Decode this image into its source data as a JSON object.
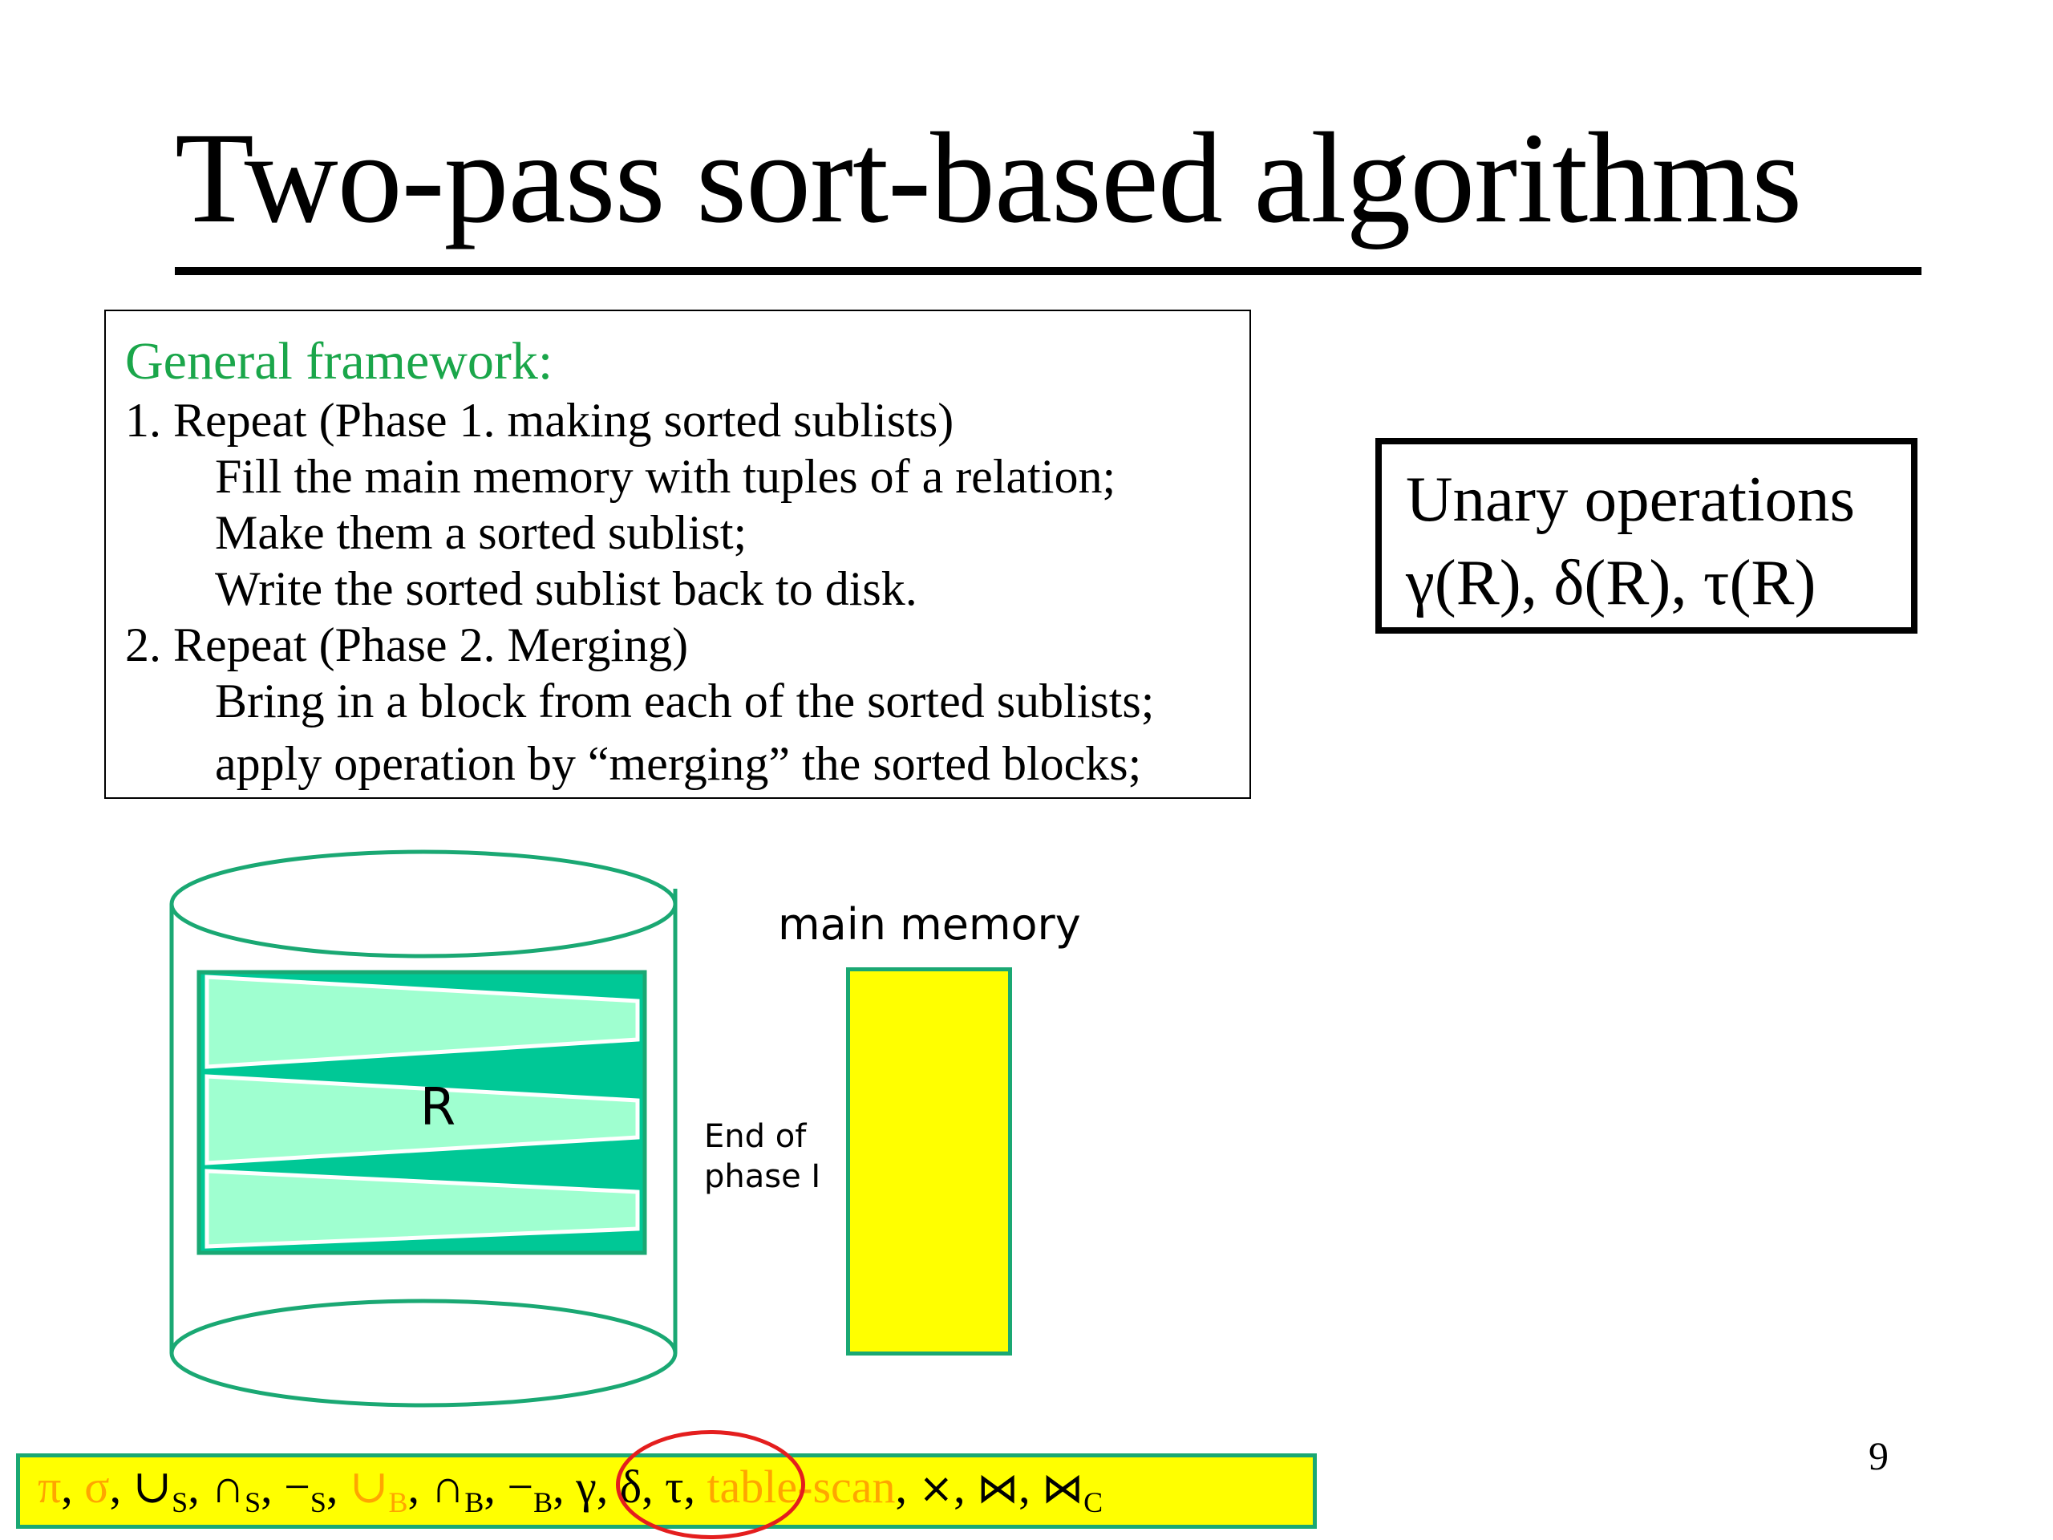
{
  "slide": {
    "title": "Two-pass sort-based algorithms",
    "page_number": "9"
  },
  "framework": {
    "heading": "General framework:",
    "lines": [
      "1. Repeat (Phase 1. making sorted sublists)",
      "Fill the main memory with tuples of a relation;",
      "Make them a sorted sublist;",
      "Write the sorted sublist back to disk.",
      "2. Repeat (Phase 2. Merging)",
      "Bring in a block from each of the sorted sublists;",
      "apply operation by “merging” the sorted blocks;"
    ]
  },
  "unary": {
    "title": "Unary operations",
    "ops": "γ(R),  δ(R),  τ(R)"
  },
  "diagram": {
    "relation_label": "R",
    "memory_label": "main memory",
    "phase_label": "End of\nphase I",
    "colors": {
      "disk_outline": "#1aa873",
      "disk_fill": "#00c896",
      "sublist_fill": "#9fffd0",
      "memory_fill": "#ffff00",
      "heading_green": "#1aa64a",
      "highlight_orange": "#ffa500",
      "circle_red": "#e41e1e"
    }
  },
  "operations": [
    {
      "sym": "π",
      "sub": "",
      "hl": true
    },
    {
      "sym": "σ",
      "sub": "",
      "hl": true
    },
    {
      "sym": "∪",
      "sub": "S",
      "hl": false
    },
    {
      "sym": "∩",
      "sub": "S",
      "hl": false
    },
    {
      "sym": "−",
      "sub": "S",
      "hl": false
    },
    {
      "sym": "∪",
      "sub": "B",
      "hl": true
    },
    {
      "sym": "∩",
      "sub": "B",
      "hl": false
    },
    {
      "sym": "−",
      "sub": "B",
      "hl": false
    },
    {
      "sym": "γ",
      "sub": "",
      "hl": false
    },
    {
      "sym": "δ",
      "sub": "",
      "hl": false
    },
    {
      "sym": "τ",
      "sub": "",
      "hl": false
    },
    {
      "sym": "table-scan",
      "sub": "",
      "hl": true
    },
    {
      "sym": "×",
      "sub": "",
      "hl": false
    },
    {
      "sym": "⋈",
      "sub": "",
      "hl": false
    },
    {
      "sym": "⋈",
      "sub": "C",
      "hl": false
    }
  ]
}
